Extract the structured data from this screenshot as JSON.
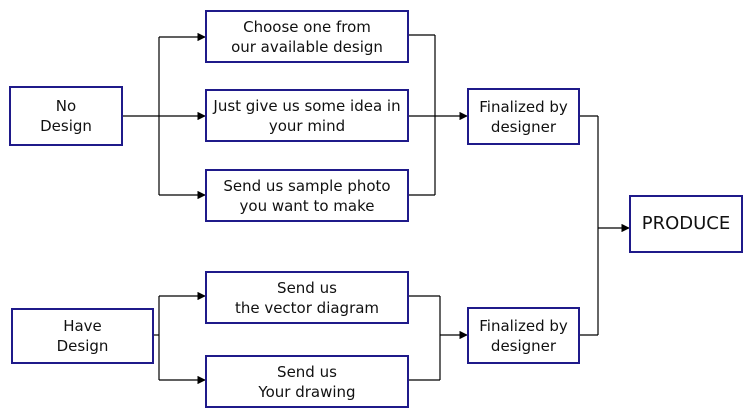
{
  "colors": {
    "box_border": "#1f1a8a",
    "connector": "#000000",
    "text": "#111111",
    "background": "#ffffff"
  },
  "nodes": {
    "no_design": "No\nDesign",
    "have_design": "Have\nDesign",
    "choose_design": "Choose one from\nour available design",
    "give_idea": "Just give us some idea in\nyour mind",
    "sample_photo": "Send us sample photo\nyou want to make",
    "vector_diagram": "Send us\nthe vector diagram",
    "your_drawing": "Send us\nYour drawing",
    "finalized_top": "Finalized by\ndesigner",
    "finalized_bottom": "Finalized by\ndesigner",
    "produce": "PRODUCE"
  }
}
